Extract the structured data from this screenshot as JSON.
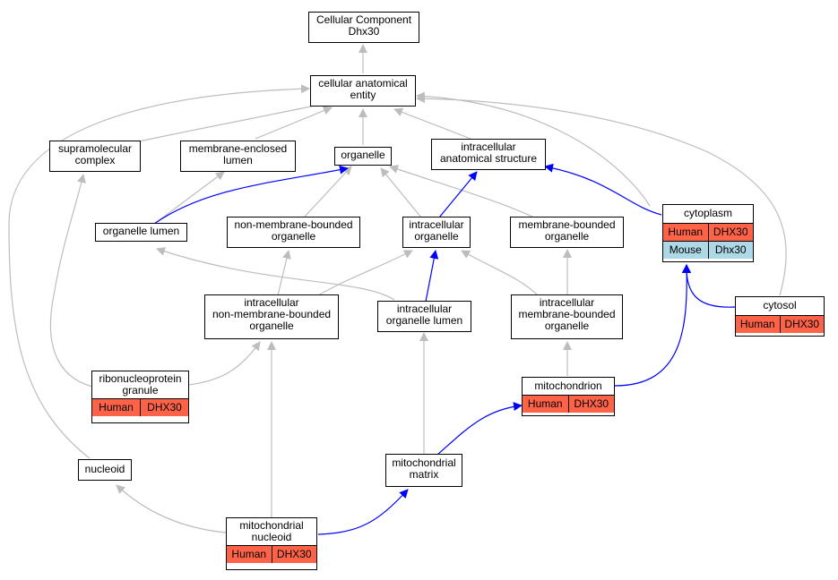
{
  "colors": {
    "is_a_edge": "#bdbdbd",
    "part_of_edge": "#0000ff",
    "human": "#ff6347",
    "mouse": "#add8e6"
  },
  "nodes": {
    "root": {
      "label": "Cellular Component\nDhx30"
    },
    "cae": {
      "label": "cellular anatomical\nentity"
    },
    "supramolecular": {
      "label": "supramolecular\ncomplex"
    },
    "mel": {
      "label": "membrane-enclosed\nlumen"
    },
    "organelle": {
      "label": "organelle"
    },
    "ias": {
      "label": "intracellular\nanatomical structure"
    },
    "cytoplasm": {
      "label": "cytoplasm",
      "rows": [
        {
          "species": "Human",
          "gene": "DHX30"
        },
        {
          "species": "Mouse",
          "gene": "Dhx30"
        }
      ]
    },
    "lumen": {
      "label": "organelle lumen"
    },
    "nmbo": {
      "label": "non-membrane-bounded\norganelle"
    },
    "io": {
      "label": "intracellular\norganelle"
    },
    "mbo": {
      "label": "membrane-bounded\norganelle"
    },
    "cytosol": {
      "label": "cytosol",
      "rows": [
        {
          "species": "Human",
          "gene": "DHX30"
        }
      ]
    },
    "inmbo": {
      "label": "intracellular\nnon-membrane-bounded\norganelle"
    },
    "iol": {
      "label": "intracellular\norganelle lumen"
    },
    "imbo": {
      "label": "intracellular\nmembrane-bounded\norganelle"
    },
    "rnp": {
      "label": "ribonucleoprotein\ngranule",
      "rows": [
        {
          "species": "Human",
          "gene": "DHX30"
        }
      ]
    },
    "mito": {
      "label": "mitochondrion",
      "rows": [
        {
          "species": "Human",
          "gene": "DHX30"
        }
      ]
    },
    "nucleoid": {
      "label": "nucleoid"
    },
    "matrix": {
      "label": "mitochondrial\nmatrix"
    },
    "mnuc": {
      "label": "mitochondrial\nnucleoid",
      "rows": [
        {
          "species": "Human",
          "gene": "DHX30"
        }
      ]
    }
  }
}
